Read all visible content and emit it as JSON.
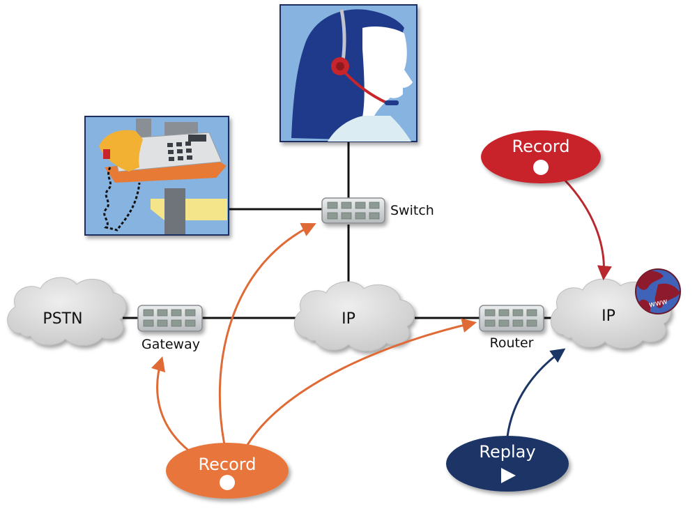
{
  "labels": {
    "switch": "Switch",
    "gateway": "Gateway",
    "router": "Router",
    "pstn": "PSTN",
    "ip_center": "IP",
    "ip_right": "IP",
    "record_top": "Record",
    "record_bottom": "Record",
    "replay": "Replay",
    "globe_text": "www"
  },
  "colors": {
    "record_top_fill": "#c8242b",
    "record_bottom_fill": "#e8743b",
    "replay_fill": "#1b3566",
    "orange_arrow": "#e06a35",
    "red_arrow": "#b8282e",
    "navy_arrow": "#1b3566",
    "cloud": "#d3d3d3",
    "device": "#c9cbcd",
    "panel_bg": "#86b3e0"
  },
  "icons": [
    "headset-agent-icon",
    "desk-phone-icon",
    "globe-www-icon",
    "record-dot-icon",
    "play-triangle-icon",
    "switch-device-icon",
    "gateway-device-icon",
    "router-device-icon"
  ]
}
